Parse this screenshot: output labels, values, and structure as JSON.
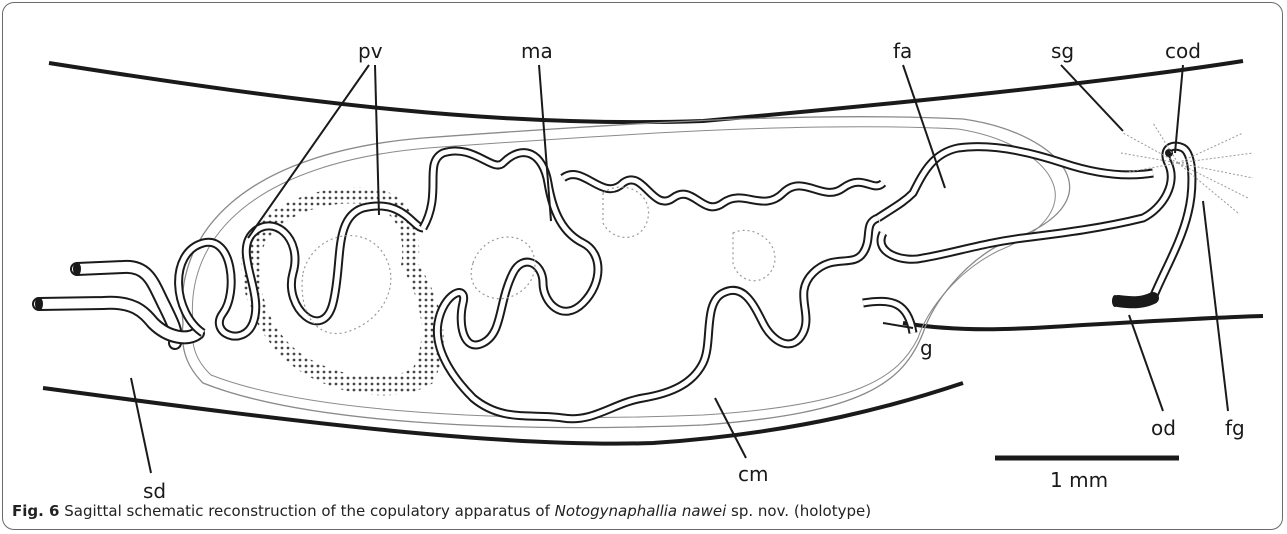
{
  "labels": {
    "pv": "pv",
    "ma": "ma",
    "fa": "fa",
    "sg": "sg",
    "cod": "cod",
    "sd": "sd",
    "cm": "cm",
    "g": "g",
    "od": "od",
    "fg": "fg"
  },
  "scale_bar": {
    "label": "1 mm"
  },
  "caption": {
    "fig_label": "Fig. 6",
    "text_before": "Sagittal schematic reconstruction of the copulatory apparatus of",
    "species": "Notogynaphallia nawei",
    "text_after": "sp. nov. (holotype)"
  },
  "colors": {
    "line": "#1a1a1a",
    "fill": "#ffffff",
    "faint": "#9a9a9a",
    "frame": "#6a6a6a"
  }
}
